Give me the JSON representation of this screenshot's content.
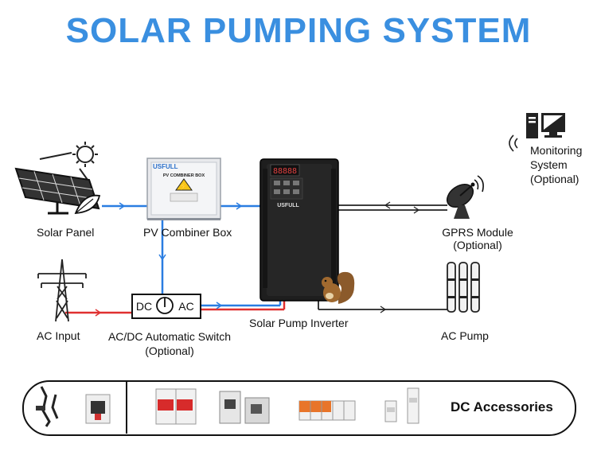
{
  "title": "SOLAR PUMPING SYSTEM",
  "labels": {
    "solar_panel": "Solar Panel",
    "combiner_box": "PV Combiner Box",
    "combiner_brand": "USFULL",
    "combiner_name": "PV COMBINER BOX",
    "inverter": "Solar Pump Inverter",
    "inverter_brand": "USFULL",
    "inverter_display": "88888",
    "gprs_line1": "GPRS Module",
    "gprs_line2": "(Optional)",
    "monitoring_line1": "Monitoring",
    "monitoring_line2": "System",
    "monitoring_line3": "(Optional)",
    "ac_input": "AC Input",
    "switch_line1": "AC/DC Automatic Switch",
    "switch_line2": "(Optional)",
    "switch_dc": "DC",
    "switch_ac": "AC",
    "ac_pump": "AC Pump",
    "dc_accessories": "DC Accessories"
  },
  "colors": {
    "title": "#3a8fe0",
    "dc_line": "#2a7de1",
    "ac_line": "#e03030",
    "output_line": "#222222",
    "inverter_body": "#1e1e1e"
  },
  "icons": {
    "solar_panel": "solar-panel-icon",
    "combiner": "combiner-box-icon",
    "inverter": "inverter-icon",
    "gprs": "satellite-dish-icon",
    "monitoring": "computer-icon",
    "ac_input": "power-tower-icon",
    "ac_pump": "pump-icon",
    "mascot": "squirrel-icon"
  }
}
